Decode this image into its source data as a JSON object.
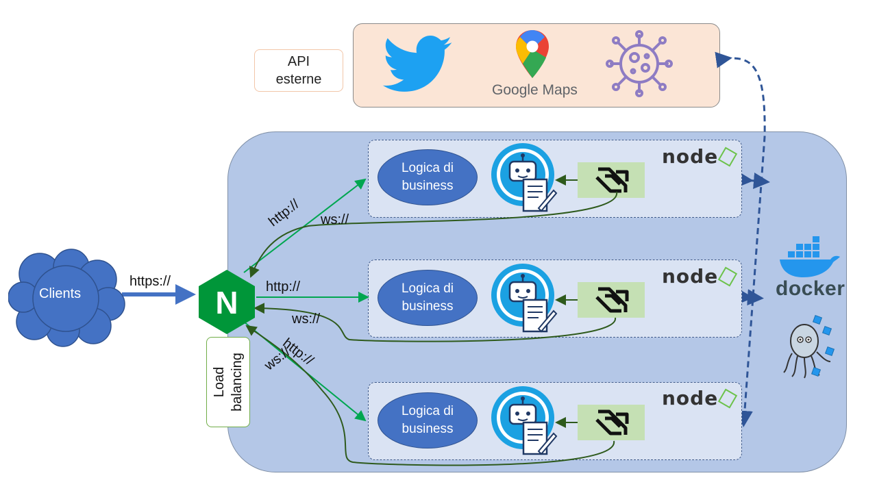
{
  "external_apis": {
    "label": "API\nesterne",
    "services": [
      {
        "name": "twitter-icon"
      },
      {
        "name": "google-maps-icon",
        "caption": "Google Maps"
      },
      {
        "name": "virus-icon"
      }
    ],
    "colors": {
      "box": "#fbe5d6",
      "twitter": "#1da1f2",
      "virus": "#8e7cc3"
    }
  },
  "clients": {
    "label": "Clients",
    "protocol": "https://"
  },
  "nginx": {
    "letter": "N",
    "color": "#009639"
  },
  "load_balancing": {
    "label": "Load\nbalancing"
  },
  "instances": [
    {
      "logic_label": "Logica di\nbusiness",
      "runtime": "node",
      "http": "http://",
      "ws": "ws://"
    },
    {
      "logic_label": "Logica di\nbusiness",
      "runtime": "node",
      "http": "http://",
      "ws": "ws://"
    },
    {
      "logic_label": "Logica di\nbusiness",
      "runtime": "node",
      "http": "http://",
      "ws": "ws://"
    }
  ],
  "platform": {
    "docker_label": "docker"
  },
  "colors": {
    "cluster": "#b4c7e7",
    "instance": "#dae3f3",
    "logic": "#4472c4",
    "http_arrow": "#00a650",
    "ws_arrow": "#2e5a1c",
    "dashed": "#2f5597",
    "ws_icon_bg": "#c5e0b4"
  }
}
